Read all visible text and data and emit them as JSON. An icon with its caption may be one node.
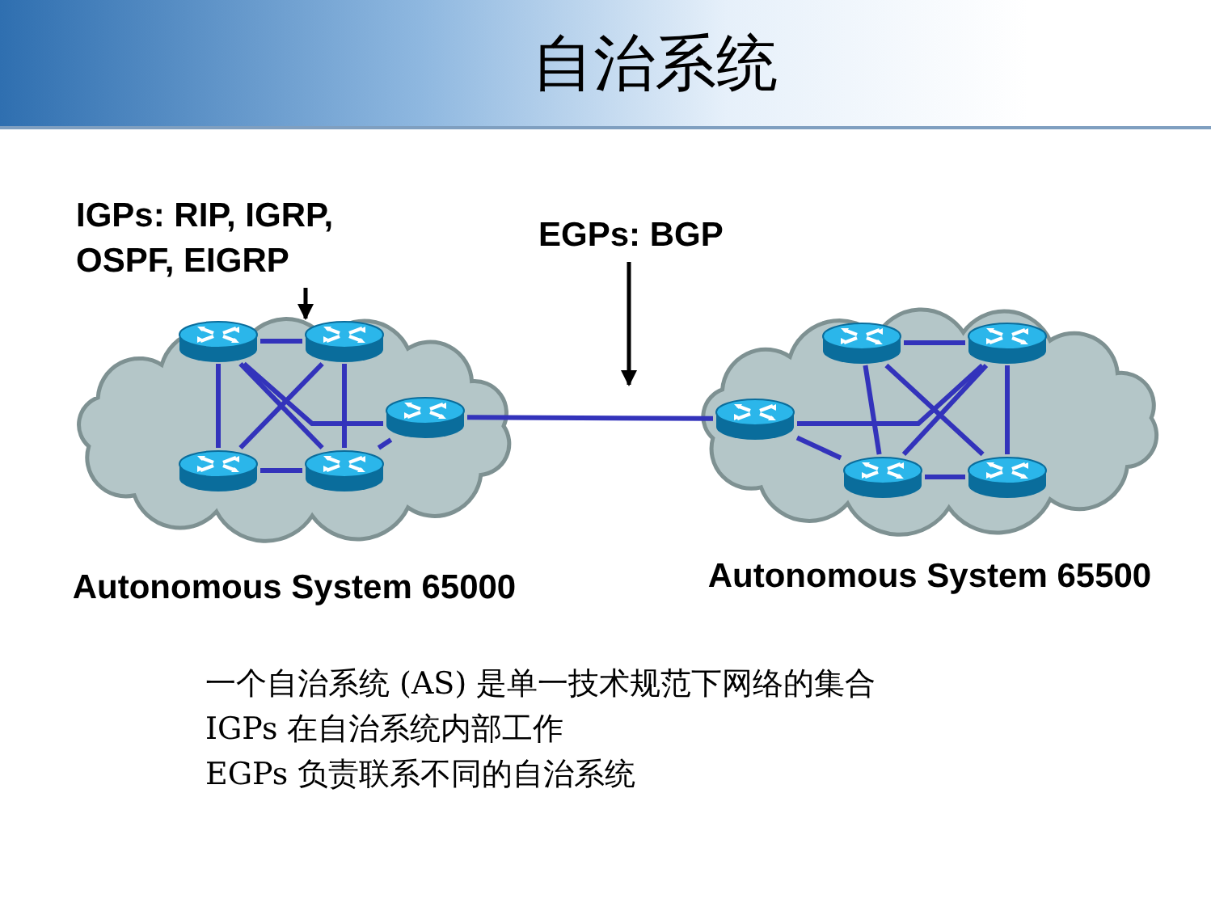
{
  "diagram": {
    "title": "自治系统",
    "nodes": [
      {
        "text": [
          "Autonomous System 65000"
        ]
      },
      {
        "text": [],
        "shape": "router",
        "in": 0
      },
      {
        "text": [],
        "shape": "router",
        "in": 0
      },
      {
        "text": [],
        "shape": "router",
        "in": 0
      },
      {
        "text": [],
        "shape": "router",
        "in": 0
      },
      {
        "text": [],
        "shape": "router",
        "in": 0
      },
      {
        "text": [
          "Autonomous System 65500"
        ]
      },
      {
        "text": [],
        "shape": "router",
        "in": 6
      },
      {
        "text": [],
        "shape": "router",
        "in": 6
      },
      {
        "text": [],
        "shape": "router",
        "in": 6
      },
      {
        "text": [],
        "shape": "router",
        "in": 6
      },
      {
        "text": [],
        "shape": "router",
        "in": 6
      },
      {
        "text": [
          "IGPs: RIP, IGRP, OSPF, EIGRP"
        ]
      },
      {
        "text": [
          "EGPs: BGP"
        ]
      }
    ],
    "edges": [
      {
        "from": 1,
        "to": 2,
        "arrow": "none"
      },
      {
        "from": 1,
        "to": 3,
        "arrow": "none"
      },
      {
        "from": 2,
        "to": 4,
        "arrow": "none"
      },
      {
        "from": 3,
        "to": 4,
        "arrow": "none"
      },
      {
        "from": 1,
        "to": 4,
        "arrow": "none"
      },
      {
        "from": 2,
        "to": 3,
        "arrow": "none"
      },
      {
        "from": 1,
        "to": 5,
        "arrow": "none"
      },
      {
        "from": 4,
        "to": 5,
        "arrow": "none"
      },
      {
        "from": 5,
        "to": 7,
        "arrow": "none"
      },
      {
        "from": 8,
        "to": 9,
        "arrow": "none"
      },
      {
        "from": 8,
        "to": 10,
        "arrow": "none"
      },
      {
        "from": 9,
        "to": 11,
        "arrow": "none"
      },
      {
        "from": 10,
        "to": 11,
        "arrow": "none"
      },
      {
        "from": 8,
        "to": 11,
        "arrow": "none"
      },
      {
        "from": 9,
        "to": 10,
        "arrow": "none"
      },
      {
        "from": 9,
        "to": 7,
        "arrow": "none"
      },
      {
        "from": 7,
        "to": 10,
        "arrow": "none"
      },
      {
        "from": 12,
        "to": 2,
        "arrow": "to",
        "color": "#000000"
      },
      {
        "from": 13,
        "to": null,
        "arrow": "to",
        "color": "#000000"
      }
    ],
    "labels": [
      "一个自治系统 (AS) 是单一技术规范下网络的集合",
      "IGPs 在自治系统内部工作",
      "EGPs 负责联系不同的自治系统"
    ]
  }
}
